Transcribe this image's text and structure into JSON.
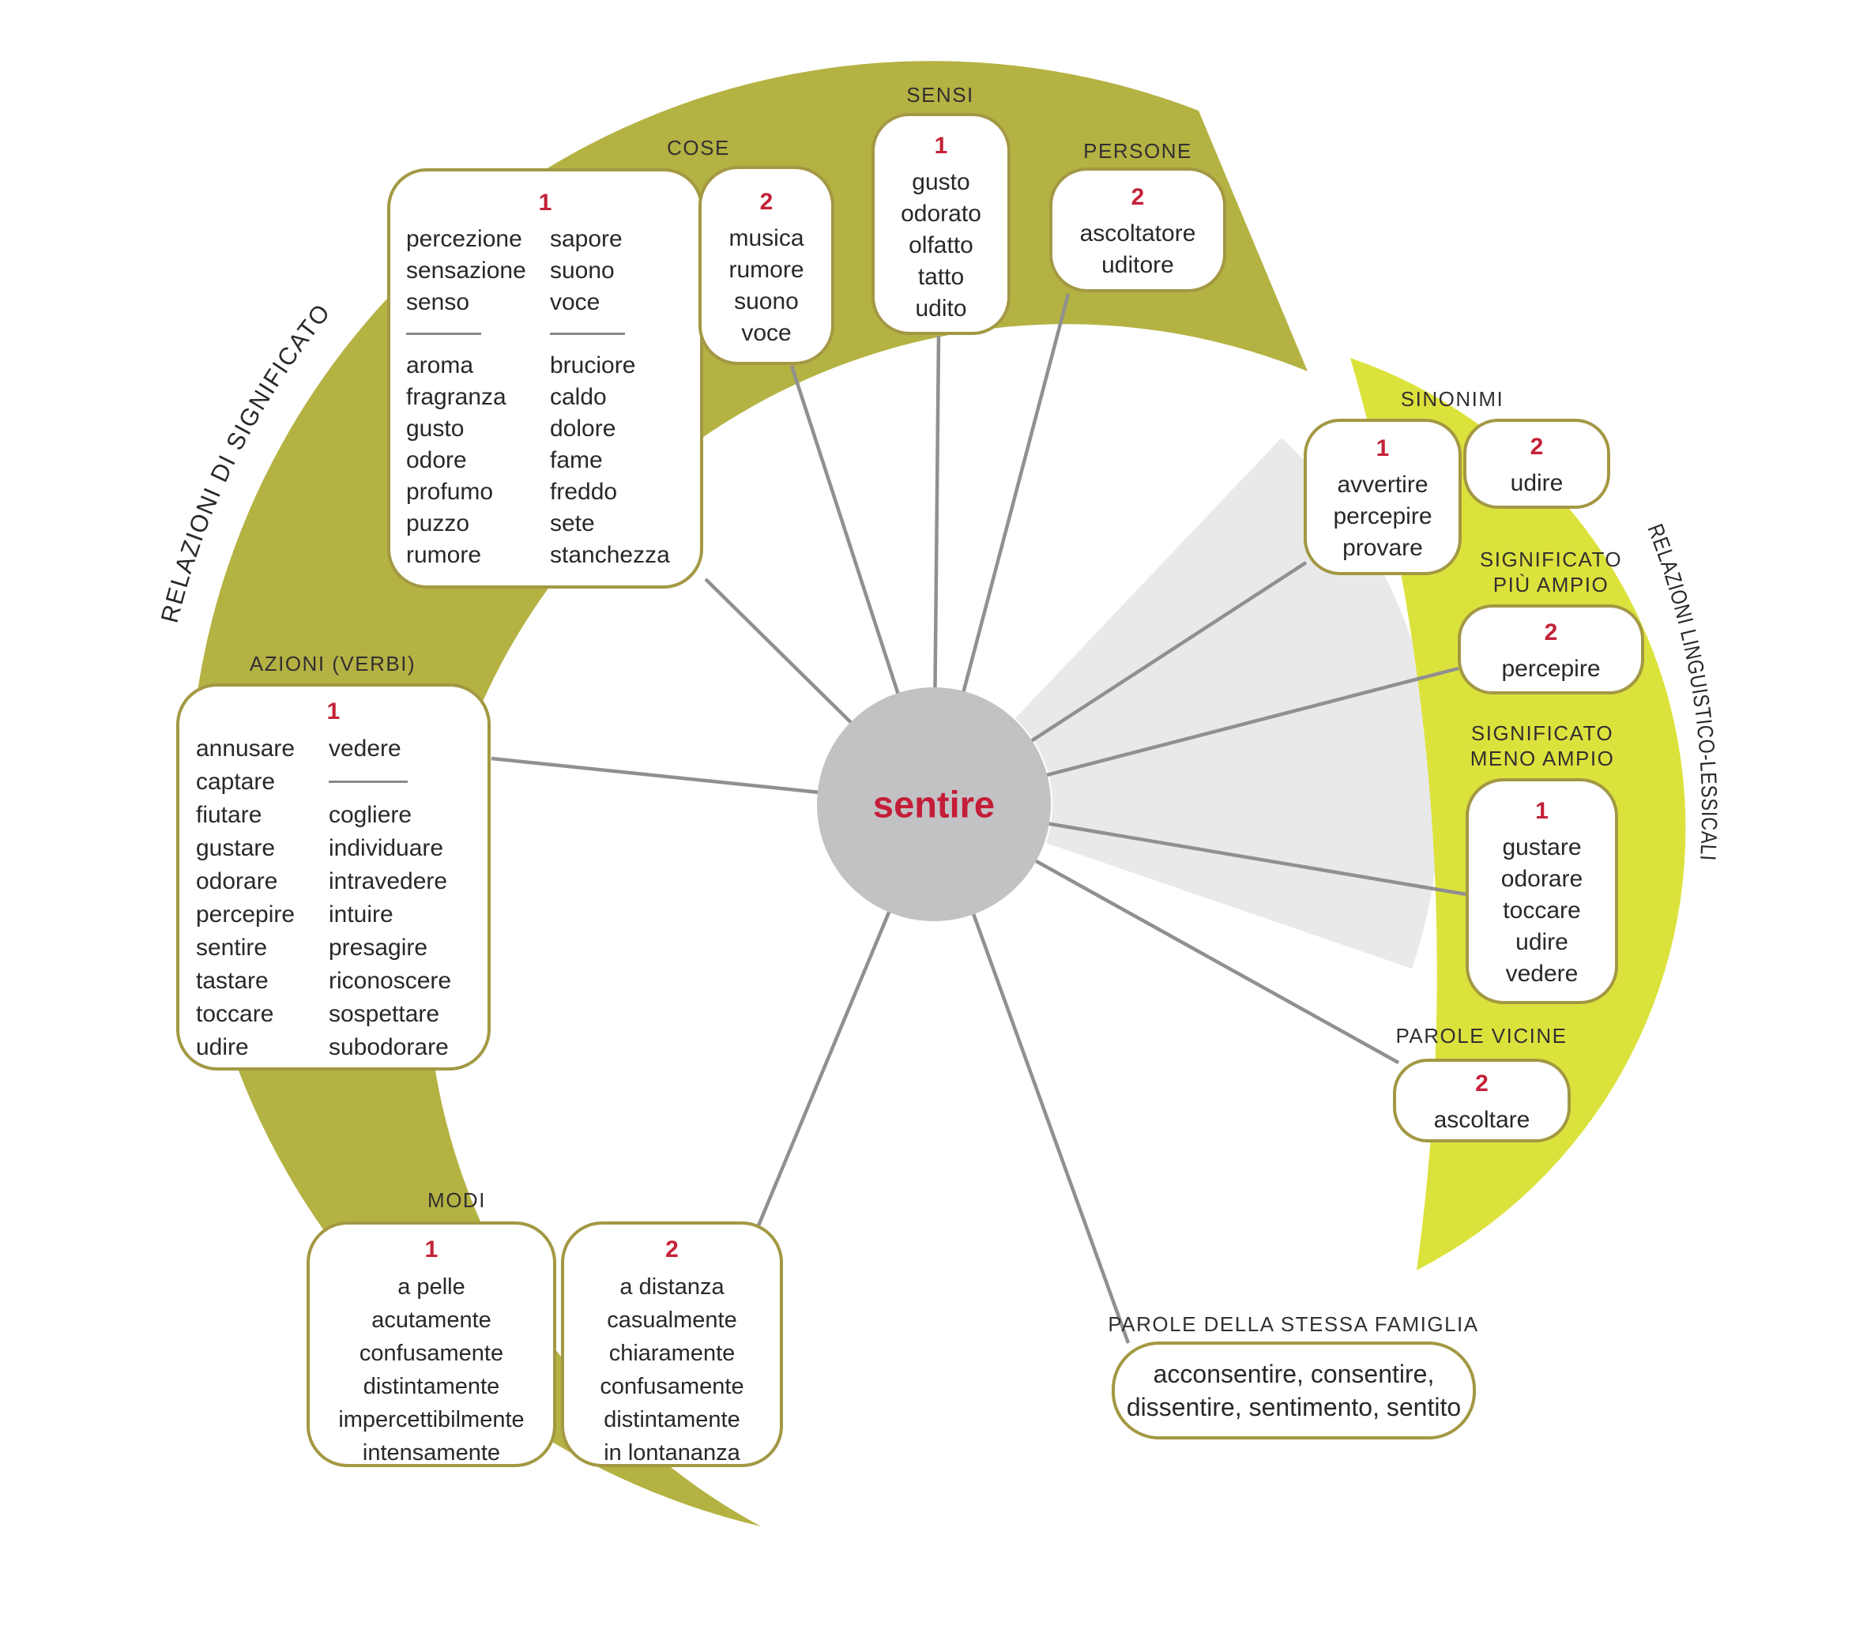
{
  "center": {
    "term": "sentire"
  },
  "arc_labels": {
    "left": "RELAZIONI DI SIGNIFICATO",
    "right": "RELAZIONI LINGUISTICO-LESSICALI"
  },
  "colors": {
    "meaning_band_olive": "#b4b243",
    "lexical_band_yellow": "#dce23c",
    "center_circle_gray": "#c2c2c4",
    "fan_wedge_gray": "#e9e9e9",
    "connector_gray": "#909090",
    "box_border": "#a39843",
    "number_red": "#c32238",
    "text": "#2b2728"
  },
  "sections": {
    "cose": {
      "label": "COSE",
      "box1": {
        "number": "1",
        "col1_group1": [
          "percezione",
          "sensazione",
          "senso"
        ],
        "col1_group2": [
          "aroma",
          "fragranza",
          "gusto",
          "odore",
          "profumo",
          "puzzo",
          "rumore"
        ],
        "col2_group1": [
          "sapore",
          "suono",
          "voce"
        ],
        "col2_group2": [
          "bruciore",
          "caldo",
          "dolore",
          "fame",
          "freddo",
          "sete",
          "stanchezza"
        ]
      },
      "box2": {
        "number": "2",
        "words": [
          "musica",
          "rumore",
          "suono",
          "voce"
        ]
      }
    },
    "sensi": {
      "label": "SENSI",
      "box": {
        "number": "1",
        "words": [
          "gusto",
          "odorato",
          "olfatto",
          "tatto",
          "udito"
        ]
      }
    },
    "persone": {
      "label": "PERSONE",
      "box": {
        "number": "2",
        "words": [
          "ascoltatore",
          "uditore"
        ]
      }
    },
    "sinonimi": {
      "label": "SINONIMI",
      "box1": {
        "number": "1",
        "words": [
          "avvertire",
          "percepire",
          "provare"
        ]
      },
      "box2": {
        "number": "2",
        "words": [
          "udire"
        ]
      }
    },
    "significato_piu_ampio": {
      "label": [
        "SIGNIFICATO",
        "PIÙ AMPIO"
      ],
      "box": {
        "number": "2",
        "words": [
          "percepire"
        ]
      }
    },
    "significato_meno_ampio": {
      "label": [
        "SIGNIFICATO",
        "MENO AMPIO"
      ],
      "box": {
        "number": "1",
        "words": [
          "gustare",
          "odorare",
          "toccare",
          "udire",
          "vedere"
        ]
      }
    },
    "parole_vicine": {
      "label": "PAROLE VICINE",
      "box": {
        "number": "2",
        "words": [
          "ascoltare"
        ]
      }
    },
    "parole_famiglia": {
      "label": "PAROLE DELLA STESSA FAMIGLIA",
      "box": {
        "words": [
          "acconsentire, consentire,",
          "dissentire, sentimento, sentito"
        ]
      }
    },
    "modi": {
      "label": "MODI",
      "box1": {
        "number": "1",
        "words": [
          "a pelle",
          "acutamente",
          "confusamente",
          "distintamente",
          "impercettibilmente",
          "intensamente"
        ]
      },
      "box2": {
        "number": "2",
        "words": [
          "a distanza",
          "casualmente",
          "chiaramente",
          "confusamente",
          "distintamente",
          "in lontananza"
        ]
      }
    },
    "azioni": {
      "label": "AZIONI (VERBI)",
      "box": {
        "number": "1",
        "col1": [
          "annusare",
          "captare",
          "fiutare",
          "gustare",
          "odorare",
          "percepire",
          "sentire",
          "tastare",
          "toccare",
          "udire"
        ],
        "col2_group1": [
          "vedere"
        ],
        "col2_group2": [
          "cogliere",
          "individuare",
          "intravedere",
          "intuire",
          "presagire",
          "riconoscere",
          "sospettare",
          "subodorare"
        ]
      }
    }
  }
}
